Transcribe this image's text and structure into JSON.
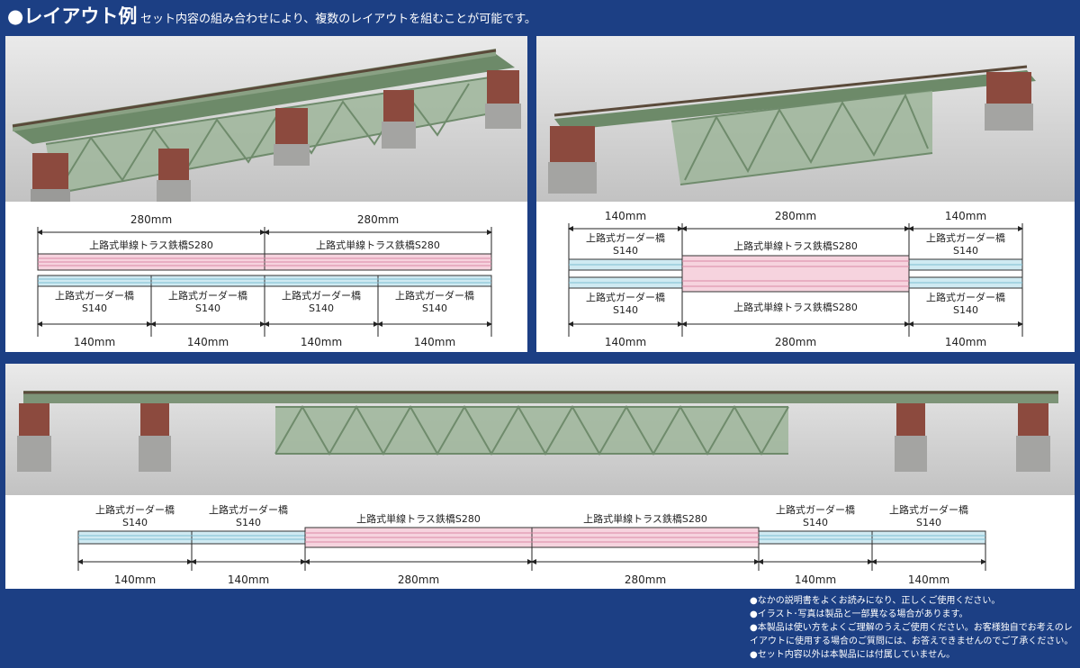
{
  "header": {
    "title": "●レイアウト例",
    "subtitle": "セット内容の組み合わせにより、複数のレイアウトを組むことが可能です。"
  },
  "labels": {
    "truss": "上路式単線トラス鉄橋S280",
    "girder_line1": "上路式ガーダー橋",
    "girder_line2": "S140",
    "len280": "280mm",
    "len140": "140mm"
  },
  "colors": {
    "background": "#1c3f84",
    "truss_fill": "#f6d3de",
    "truss_line": "#d98aa5",
    "girder_fill": "#cfeaf2",
    "girder_line": "#7ebdd3"
  },
  "notes": [
    "●なかの説明書をよくお読みになり、正しくご使用ください。",
    "●イラスト･写真は製品と一部異なる場合があります。",
    "●本製品は使い方をよくご理解のうえご使用ください。お客様独自でお考えのレ",
    "イアウトに使用する場合のご質問には、お答えできませんのでご了承ください。",
    "●セット内容以外は本製品には付属していません。"
  ]
}
